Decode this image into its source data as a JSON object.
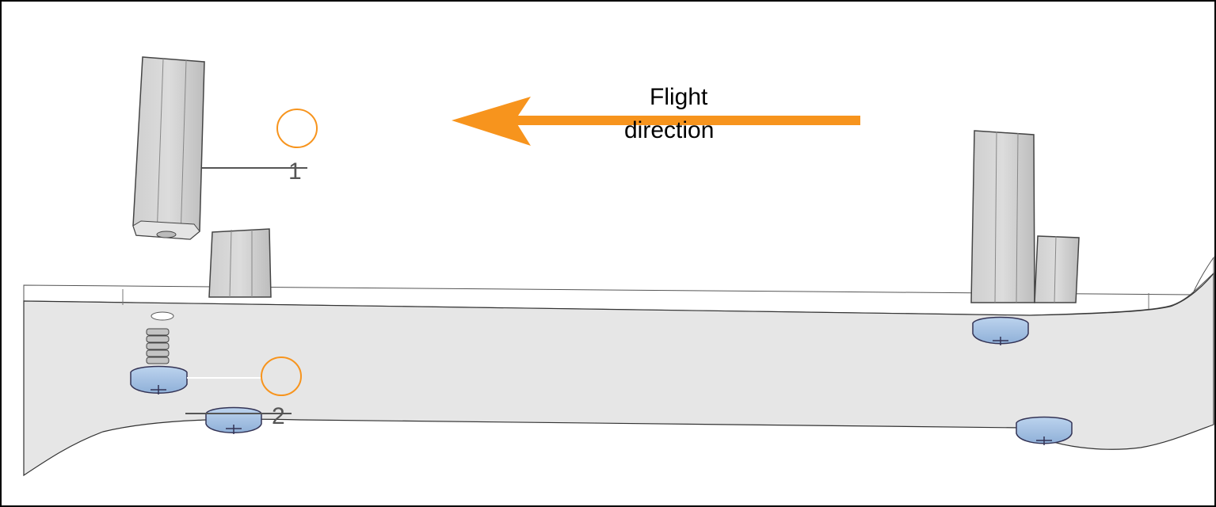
{
  "diagram": {
    "direction_label_line1": "Flight",
    "direction_label_line2": "direction",
    "callouts": [
      {
        "number": "1"
      },
      {
        "number": "2"
      }
    ]
  },
  "colors": {
    "arrow": "#f7941d",
    "callout_circle": "#f7941d",
    "frame_border": "#000000",
    "plate_fill": "#e6e6e6",
    "spacer_fill": "#d9d9d9",
    "screw_fill": "#a9c4e4"
  },
  "icons": [
    "spacer-standoff-icon",
    "screw-icon",
    "flight-direction-arrow-icon"
  ]
}
